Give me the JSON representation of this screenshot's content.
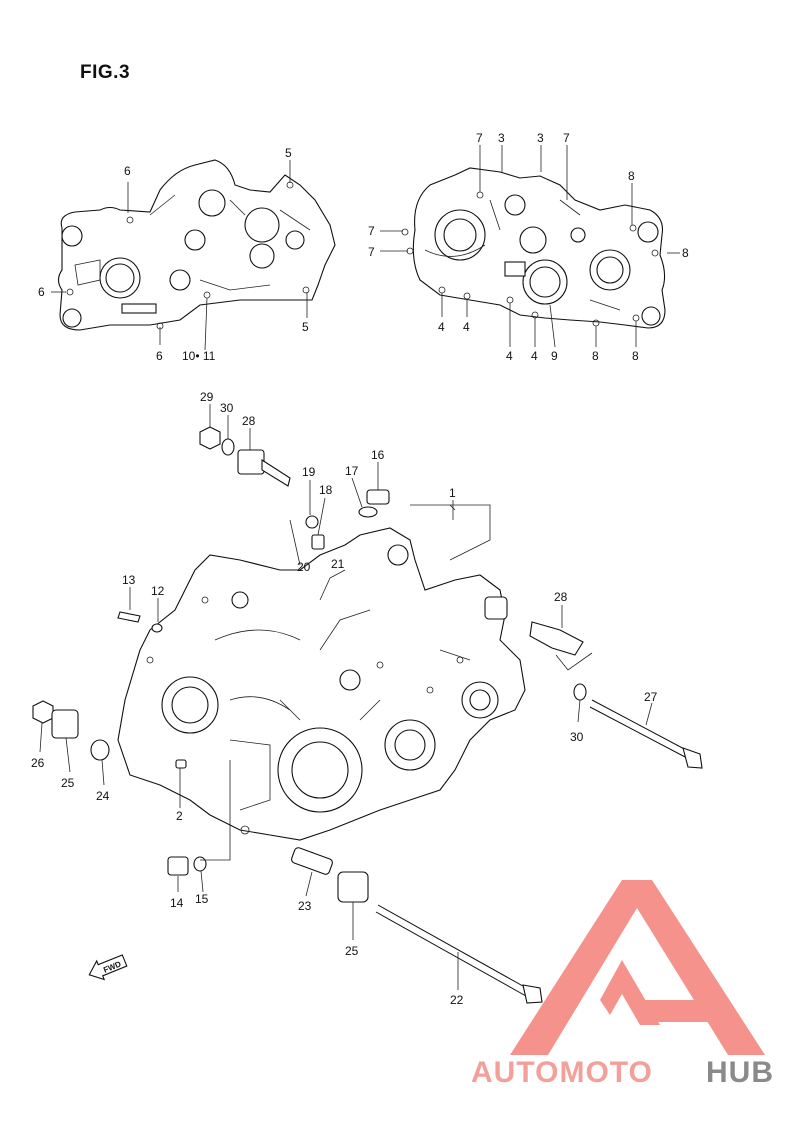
{
  "figure": {
    "title": "FIG.3"
  },
  "callouts": [
    {
      "id": "c6a",
      "label": "6"
    },
    {
      "id": "c6b",
      "label": "6"
    },
    {
      "id": "c6c",
      "label": "6"
    },
    {
      "id": "c5a",
      "label": "5"
    },
    {
      "id": "c5b",
      "label": "5"
    },
    {
      "id": "c1011",
      "label": "10• 11"
    },
    {
      "id": "c7a",
      "label": "7"
    },
    {
      "id": "c3a",
      "label": "3"
    },
    {
      "id": "c3b",
      "label": "3"
    },
    {
      "id": "c7b",
      "label": "7"
    },
    {
      "id": "c7c",
      "label": "7"
    },
    {
      "id": "c7d",
      "label": "7"
    },
    {
      "id": "c8a",
      "label": "8"
    },
    {
      "id": "c8b",
      "label": "8"
    },
    {
      "id": "c4a",
      "label": "4"
    },
    {
      "id": "c4b",
      "label": "4"
    },
    {
      "id": "c4c",
      "label": "4"
    },
    {
      "id": "c4d",
      "label": "4"
    },
    {
      "id": "c9",
      "label": "9"
    },
    {
      "id": "c8c",
      "label": "8"
    },
    {
      "id": "c8d",
      "label": "8"
    },
    {
      "id": "c29",
      "label": "29"
    },
    {
      "id": "c30a",
      "label": "30"
    },
    {
      "id": "c28a",
      "label": "28"
    },
    {
      "id": "c19",
      "label": "19"
    },
    {
      "id": "c18",
      "label": "18"
    },
    {
      "id": "c17",
      "label": "17"
    },
    {
      "id": "c16",
      "label": "16"
    },
    {
      "id": "c1",
      "label": "1"
    },
    {
      "id": "c20",
      "label": "20"
    },
    {
      "id": "c21",
      "label": "21"
    },
    {
      "id": "c13",
      "label": "13"
    },
    {
      "id": "c12",
      "label": "12"
    },
    {
      "id": "c28b",
      "label": "28"
    },
    {
      "id": "c27",
      "label": "27"
    },
    {
      "id": "c30b",
      "label": "30"
    },
    {
      "id": "c26",
      "label": "26"
    },
    {
      "id": "c25a",
      "label": "25"
    },
    {
      "id": "c24",
      "label": "24"
    },
    {
      "id": "c2",
      "label": "2"
    },
    {
      "id": "c14",
      "label": "14"
    },
    {
      "id": "c15",
      "label": "15"
    },
    {
      "id": "c23",
      "label": "23"
    },
    {
      "id": "c25b",
      "label": "25"
    },
    {
      "id": "c22",
      "label": "22"
    }
  ],
  "fwd_arrow": {
    "label": "FWD"
  },
  "watermark": {
    "part1": "AUTOMOTO",
    "part2": "HUB",
    "color_primary": "#f4a09a",
    "color_secondary": "#8a8a8a",
    "triangle_color": "#f37f77"
  }
}
